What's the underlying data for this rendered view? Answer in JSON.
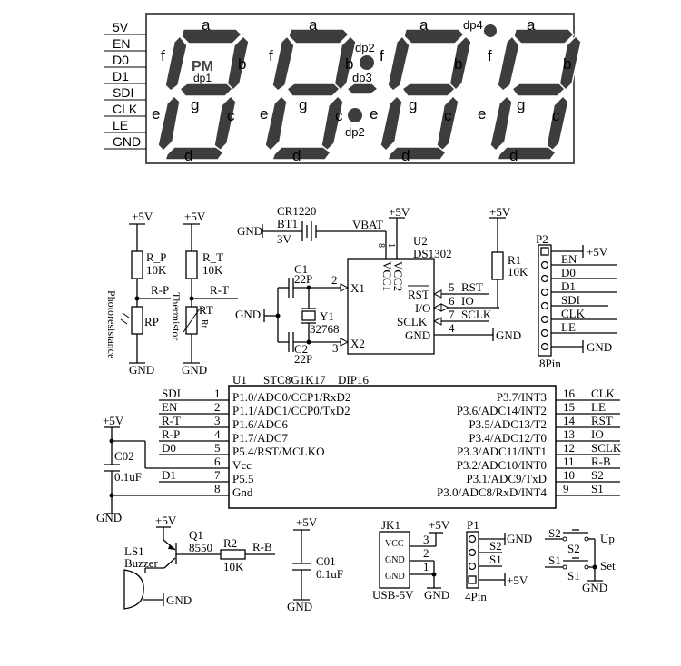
{
  "display": {
    "connector_pins": [
      "5V",
      "EN",
      "D0",
      "D1",
      "SDI",
      "CLK",
      "LE",
      "GND"
    ],
    "segment_labels": {
      "a": "a",
      "b": "b",
      "c": "c",
      "d": "d",
      "e": "e",
      "f": "f",
      "g": "g"
    },
    "pm_label": "PM",
    "dp1": "dp1",
    "dp2_top": "dp2",
    "dp3": "dp3",
    "dp2_bottom": "dp2",
    "dp4": "dp4",
    "segment_color": "#3d3d3d"
  },
  "sensors": {
    "vcc1": "+5V",
    "vcc2": "+5V",
    "rp_ref": "R_P",
    "rp_val": "10K",
    "rt_ref": "R_T",
    "rt_val": "10K",
    "net_rp": "R-P",
    "net_rt": "R-T",
    "photo_ref": "RP",
    "therm_ref": "RT",
    "therm_sym": "Rt",
    "photo_label": "Photoresistance",
    "therm_label": "Thermistor",
    "gnd1": "GND",
    "gnd2": "GND"
  },
  "rtc": {
    "batt_gnd": "GND",
    "batt_type": "CR1220",
    "batt_ref": "BT1",
    "batt_volt": "3V",
    "vbat": "VBAT",
    "vcc": "+5V",
    "pin8": "8",
    "pin1": "1",
    "ref": "U2",
    "part": "DS1302",
    "c1_ref": "C1",
    "c1_val": "22P",
    "c2_ref": "C2",
    "c2_val": "22P",
    "xtal_ref": "Y1",
    "xtal_val": "32768",
    "xtal_gnd": "GND",
    "pin2": "2",
    "pin3": "3",
    "x1": "X1",
    "x2": "X2",
    "vcc1": "VCC1",
    "vcc2": "VCC2",
    "rst": "RST",
    "io": "I/O",
    "sclk": "SCLK",
    "gnd_pin": "GND",
    "pin5": "5",
    "pin6": "6",
    "pin7": "7",
    "pin4": "4",
    "net_rst": "RST",
    "net_io": "IO",
    "net_sclk": "SCLK",
    "gnd_net": "GND",
    "r1_vcc": "+5V",
    "r1_ref": "R1",
    "r1_val": "10K"
  },
  "p2": {
    "ref": "P2",
    "pins": [
      "EN",
      "D0",
      "D1",
      "SDI",
      "CLK",
      "LE"
    ],
    "vcc": "+5V",
    "gnd": "GND",
    "footer": "8Pin"
  },
  "mcu": {
    "ref": "U1",
    "part": "STC8G1K17",
    "package": "DIP16",
    "left": [
      {
        "net": "SDI",
        "num": "1",
        "func": "P1.0/ADC0/CCP1/RxD2"
      },
      {
        "net": "EN",
        "num": "2",
        "func": "P1.1/ADC1/CCP0/TxD2"
      },
      {
        "net": "R-T",
        "num": "3",
        "func": "P1.6/ADC6"
      },
      {
        "net": "R-P",
        "num": "4",
        "func": "P1.7/ADC7"
      },
      {
        "net": "D0",
        "num": "5",
        "func": "P5.4/RST/MCLKO"
      },
      {
        "net": "",
        "num": "6",
        "func": "Vcc"
      },
      {
        "net": "D1",
        "num": "7",
        "func": "P5.5"
      },
      {
        "net": "",
        "num": "8",
        "func": "Gnd"
      }
    ],
    "right": [
      {
        "net": "CLK",
        "num": "16",
        "func": "P3.7/INT3"
      },
      {
        "net": "LE",
        "num": "15",
        "func": "P3.6/ADC14/INT2"
      },
      {
        "net": "RST",
        "num": "14",
        "func": "P3.5/ADC13/T2"
      },
      {
        "net": "IO",
        "num": "13",
        "func": "P3.4/ADC12/T0"
      },
      {
        "net": "SCLK",
        "num": "12",
        "func": "P3.3/ADC11/INT1"
      },
      {
        "net": "R-B",
        "num": "11",
        "func": "P3.2/ADC10/INT0"
      },
      {
        "net": "S2",
        "num": "10",
        "func": "P3.1/ADC9/TxD"
      },
      {
        "net": "S1",
        "num": "9",
        "func": "P3.0/ADC8/RxD/INT4"
      }
    ],
    "c02_vcc": "+5V",
    "c02_ref": "C02",
    "c02_val": "0.1uF",
    "c02_gnd": "GND"
  },
  "buzzer": {
    "vcc": "+5V",
    "q_ref": "Q1",
    "q_part": "8550",
    "r_ref": "R2",
    "r_val": "10K",
    "net": "R-B",
    "ls_ref": "LS1",
    "ls_name": "Buzzer",
    "gnd": "GND"
  },
  "c01": {
    "vcc": "+5V",
    "ref": "C01",
    "val": "0.1uF",
    "gnd": "GND"
  },
  "usb": {
    "ref": "JK1",
    "vcc": "+5V",
    "pins": [
      "VCC",
      "GND",
      "GND"
    ],
    "nums": [
      "3",
      "2",
      "1"
    ],
    "gnd": "GND",
    "name": "USB-5V"
  },
  "p1": {
    "ref": "P1",
    "s2": "S2",
    "s1": "S1",
    "gnd": "GND",
    "vcc": "+5V",
    "footer": "4Pin"
  },
  "switches": {
    "s2_net": "S2",
    "s2_ref": "S2",
    "up": "Up",
    "s1_net": "S1",
    "s1_ref": "S1",
    "set": "Set",
    "gnd": "GND"
  }
}
